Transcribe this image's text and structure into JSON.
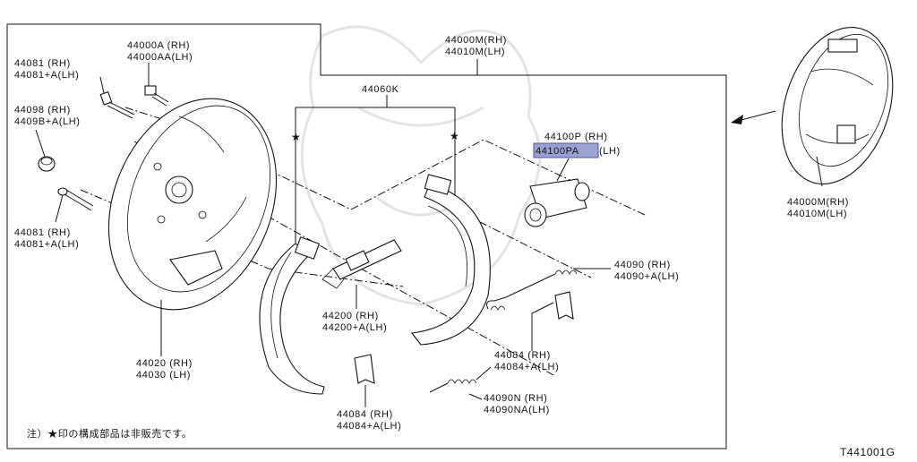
{
  "labels": {
    "assy_main": [
      "44000M(RH)",
      "44010M(LH)"
    ],
    "assy_small": [
      "44000M(RH)",
      "44010M(LH)"
    ],
    "bolt_top": [
      "44000A (RH)",
      "44000AA(LH)"
    ],
    "bolt_44081_top": [
      "44081 (RH)",
      "44081+A(LH)"
    ],
    "plug_44098": [
      "44098 (RH)",
      "4409B+A(LH)"
    ],
    "bolt_44081_bottom": [
      "44081 (RH)",
      "44081+A(LH)"
    ],
    "plate_44020": [
      "44020 (RH)",
      "44030 (LH)"
    ],
    "shoe_set": [
      "44060K"
    ],
    "cylinder": [
      "44100P (RH)",
      "44100PA",
      "(LH)"
    ],
    "spring_44090": [
      "44090 (RH)",
      "44090+A(LH)"
    ],
    "adjuster_44200": [
      "44200 (RH)",
      "44200+A(LH)"
    ],
    "pin_44084_right": [
      "44084 (RH)",
      "44084+A(LH)"
    ],
    "pin_44084_bottom": [
      "44084 (RH)",
      "44084+A(LH)"
    ],
    "spring_44090N": [
      "44090N (RH)",
      "44090NA(LH)"
    ]
  },
  "star": "★",
  "note": "注）★印の構成部品は非販売です。",
  "diagram_code": "T441001G",
  "colors": {
    "highlight": "#9aa2cf"
  }
}
